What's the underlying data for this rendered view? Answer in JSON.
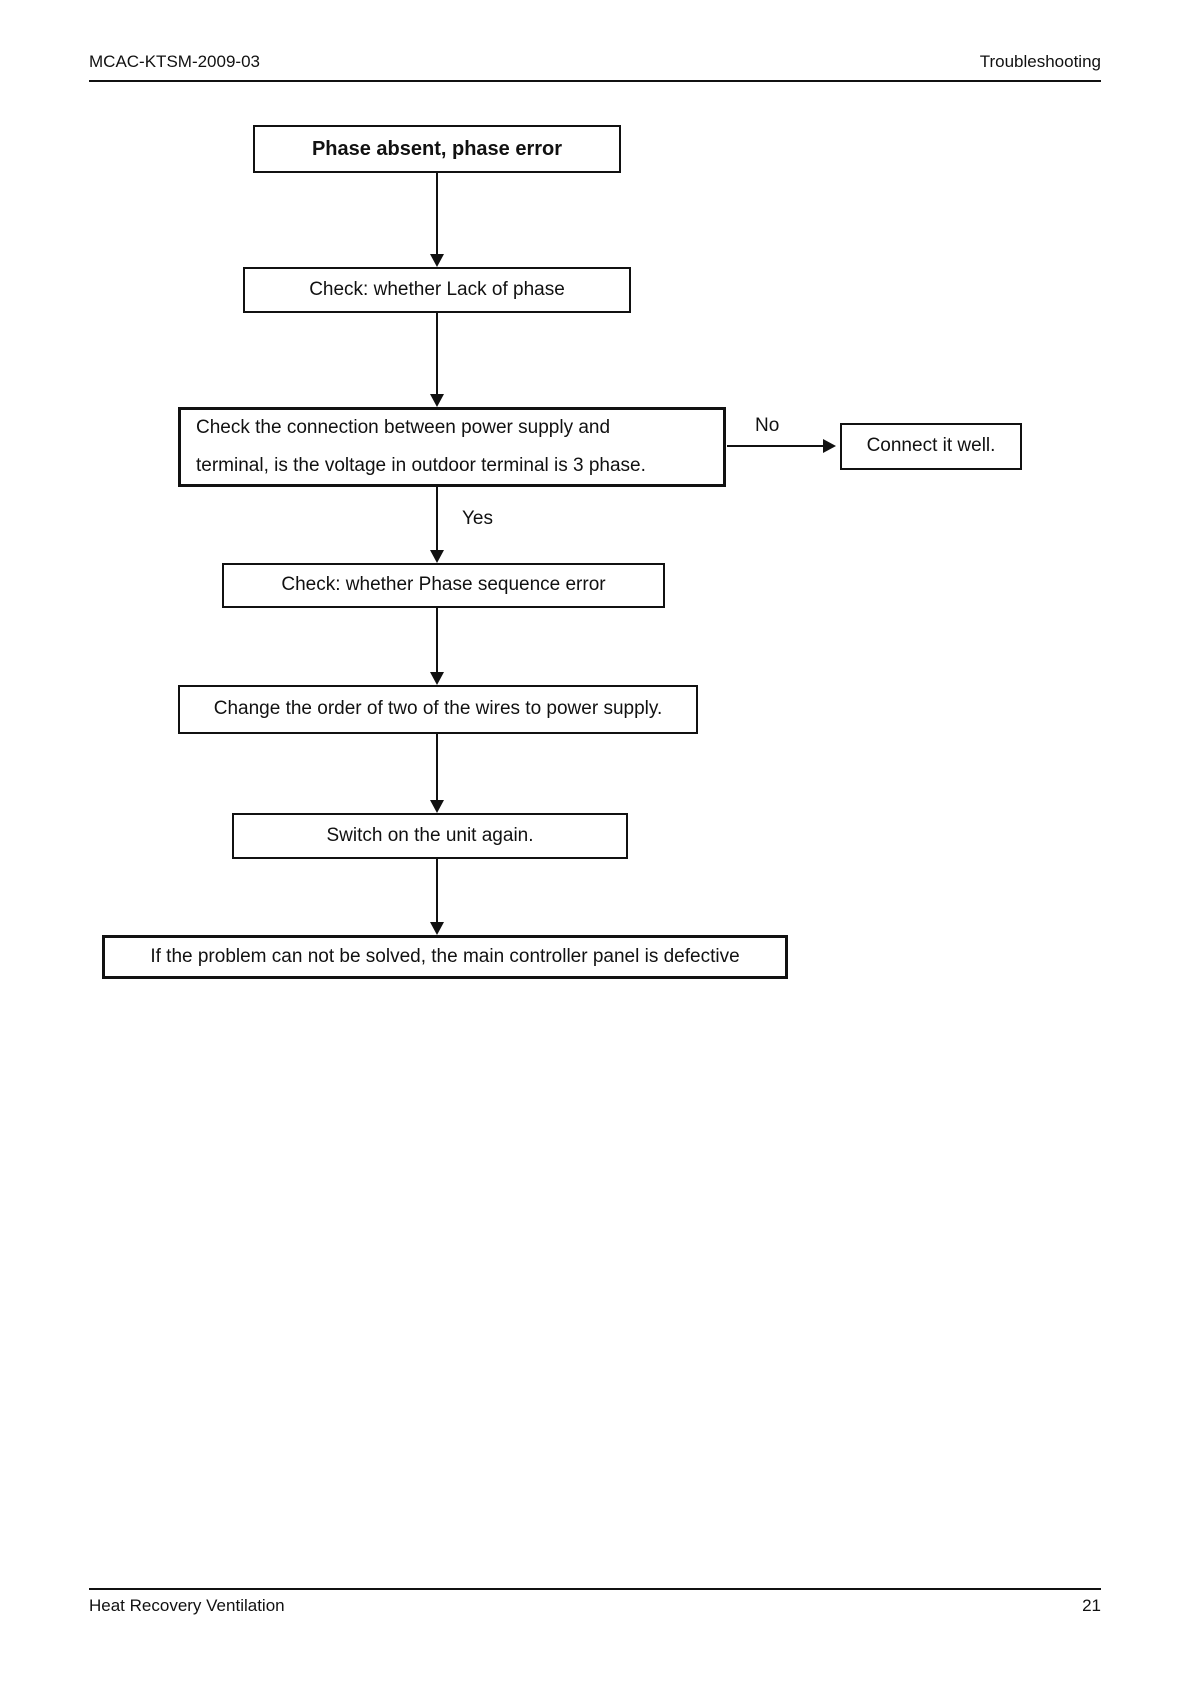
{
  "header": {
    "left": "MCAC-KTSM-2009-03",
    "right": "Troubleshooting"
  },
  "footer": {
    "left": "Heat Recovery Ventilation",
    "page_number": "21"
  },
  "flowchart": {
    "start": "Phase absent, phase error",
    "check_lack": "Check: whether Lack of phase",
    "check_connection_line1": "Check the connection between power supply and",
    "check_connection_line2": "terminal, is the voltage in outdoor terminal is 3 phase.",
    "no_label": "No",
    "connect_well": "Connect it well.",
    "yes_label": "Yes",
    "check_sequence": "Check: whether Phase sequence error",
    "change_order": "Change the order of two of the wires to power supply.",
    "switch_on": "Switch on the unit again.",
    "defective": "If the problem can not be solved, the main controller panel is defective"
  }
}
